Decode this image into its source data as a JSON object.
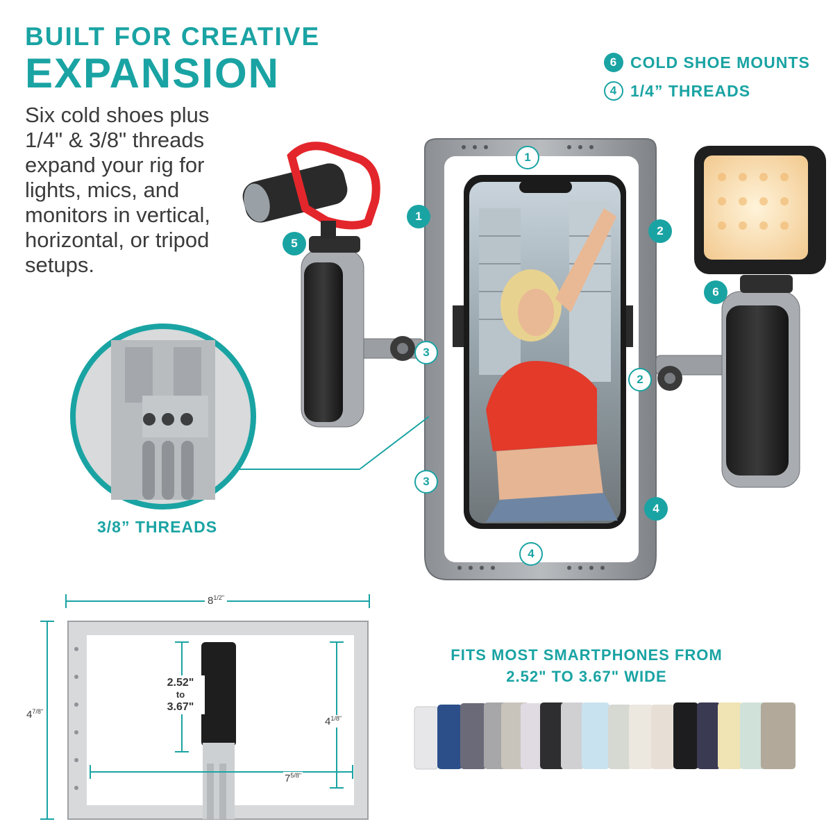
{
  "headline": {
    "line1": "BUILT FOR CREATIVE",
    "line2": "EXPANSION"
  },
  "description": "Six cold shoes plus 1/4\" & 3/8\" threads expand your rig for lights, mics, and monitors in vertical, horizontal, or tripod setups.",
  "legend": [
    {
      "number": "6",
      "label": "COLD SHOE MOUNTS",
      "style": "solid"
    },
    {
      "number": "4",
      "label": "1/4” THREADS",
      "style": "ring"
    }
  ],
  "callouts": {
    "top": "1",
    "left_top": "1",
    "right_top": "2",
    "mic_shoe": "5",
    "light_shoe": "6",
    "left_mid": "3",
    "right_mid": "2",
    "left_bottom": "3",
    "right_bottom": "4",
    "bottom": "4"
  },
  "zoom_label": "3/8” THREADS",
  "dimensions": {
    "width_main": "8",
    "width_main_frac": "1/2\"",
    "height_outer": "4",
    "height_outer_frac": "7/8\"",
    "height_inner": "4",
    "height_inner_frac": "1/8\"",
    "width_inner": "7",
    "width_inner_frac": "5/8\"",
    "clamp_min": "2.52\"",
    "clamp_to": "to",
    "clamp_max": "3.67\""
  },
  "fits": {
    "line1": "FITS MOST SMARTPHONES FROM",
    "line2": "2.52\" TO 3.67\" WIDE"
  },
  "colors": {
    "accent": "#1aa3a3",
    "text": "#3a3a3a",
    "frame": "#9ea1a4",
    "mic_red": "#e3262b"
  },
  "icons": [
    "smartphone-cage",
    "microphone",
    "led-light",
    "handle-grip",
    "phone-lineup"
  ]
}
